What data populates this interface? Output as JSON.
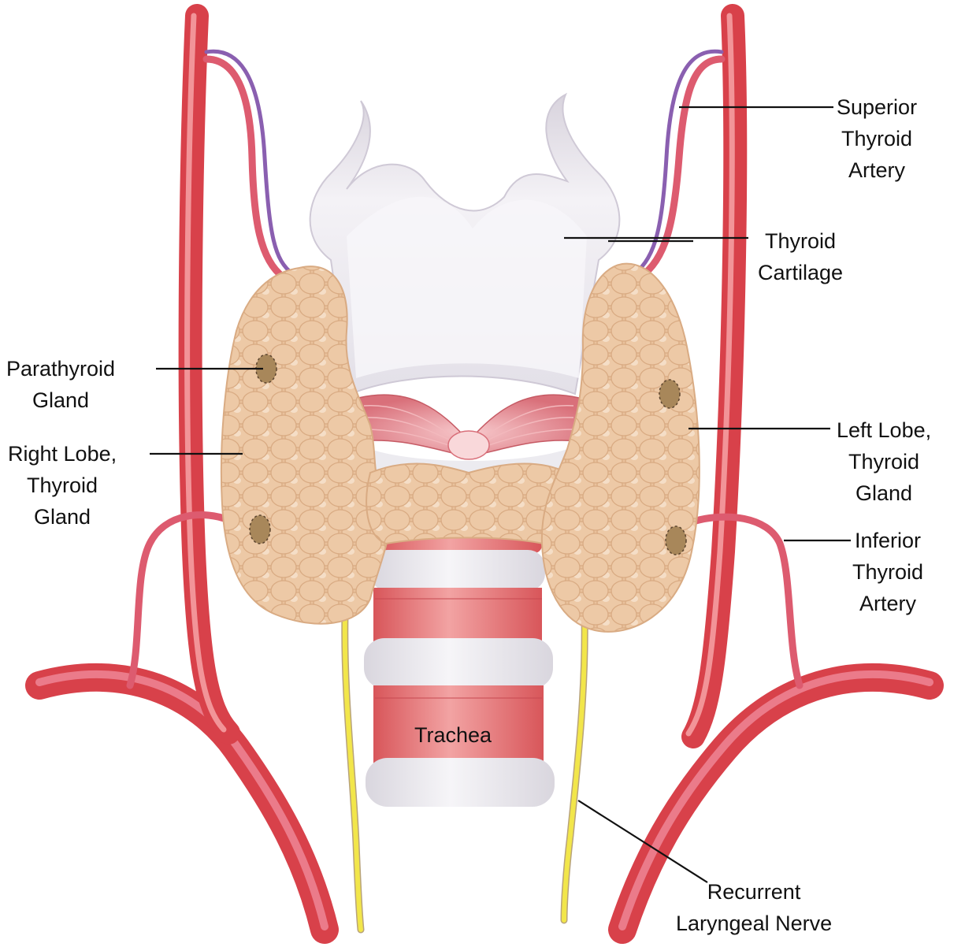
{
  "labels": {
    "superior_thyroid_artery": [
      "Superior",
      "Thyroid",
      "Artery"
    ],
    "thyroid_cartilage": [
      "Thyroid",
      "Cartilage"
    ],
    "parathyroid_gland": [
      "Parathyroid",
      "Gland"
    ],
    "right_lobe": [
      "Right Lobe,",
      "Thyroid",
      "Gland"
    ],
    "left_lobe": [
      "Left Lobe,",
      "Thyroid",
      "Gland"
    ],
    "inferior_thyroid_artery": [
      "Inferior",
      "Thyroid",
      "Artery"
    ],
    "trachea": "Trachea",
    "recurrent_laryngeal_nerve": [
      "Recurrent",
      "Laryngeal Nerve"
    ]
  },
  "colors": {
    "artery": "#e8454a",
    "artery_highlight": "#f7a3a6",
    "branch_artery": "#e0607a",
    "vein_purple": "#8a5fb0",
    "thyroid": "#e9c19c",
    "thyroid_light": "#f7e3cf",
    "cartilage": "#eceaf0",
    "trachea_ring": "#e9e7ec",
    "trachea_band": "#e36d70",
    "nerve": "#f2e64a",
    "parathyroid": "#a8875a",
    "muscle": "#e68a90"
  }
}
